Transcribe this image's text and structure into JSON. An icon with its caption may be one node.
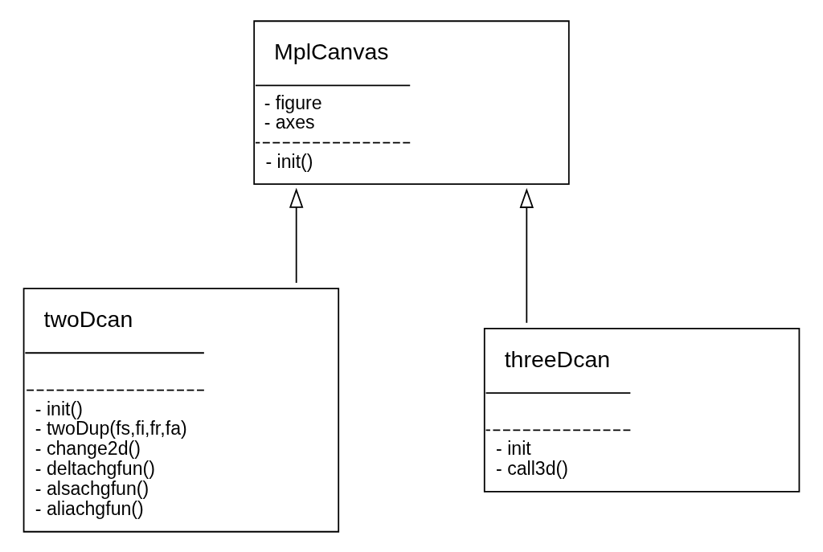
{
  "diagram": {
    "nodes": [
      {
        "text": [
          "MplCanvas",
          "- figure",
          "- axes",
          "- init()"
        ]
      },
      {
        "text": [
          "twoDcan",
          "- init()",
          "- twoDup(fs,fi,fr,fa)",
          "- change2d()",
          "- deltachgfun()",
          "- alsachgfun()",
          "- aliachgfun()"
        ]
      },
      {
        "text": [
          "threeDcan",
          "- init",
          "- call3d()"
        ]
      }
    ],
    "edges": [
      {
        "from": 1,
        "to": 0,
        "arrow": "to"
      },
      {
        "from": 2,
        "to": 0,
        "arrow": "to"
      }
    ]
  }
}
